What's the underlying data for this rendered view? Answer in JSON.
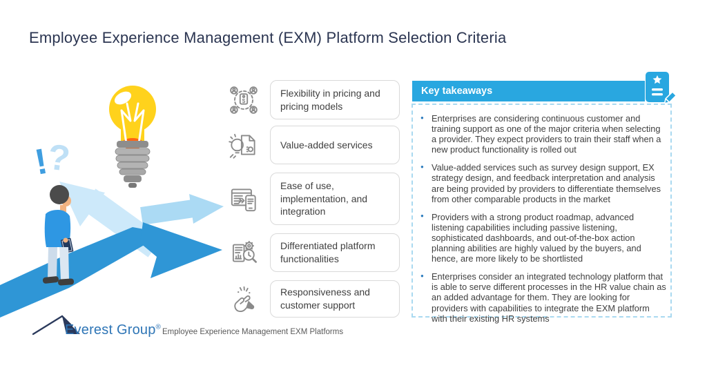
{
  "title": "Employee Experience Management (EXM) Platform Selection Criteria",
  "criteria": [
    {
      "icon": "pricing-flexibility-icon",
      "label": "Flexibility in pricing and pricing models"
    },
    {
      "icon": "value-added-services-icon",
      "label": "Value-added services"
    },
    {
      "icon": "ease-of-use-icon",
      "label": "Ease of use, implementation, and integration"
    },
    {
      "icon": "platform-functionality-icon",
      "label": "Differentiated platform functionalities"
    },
    {
      "icon": "customer-support-icon",
      "label": "Responsiveness and customer support"
    }
  ],
  "key_takeaways": {
    "header": "Key takeaways",
    "icon": "key-takeaways-note-icon",
    "bullets": [
      "Enterprises are considering continuous customer and training support as one of the major criteria when selecting a provider. They expect providers to train their staff when a new product functionality is rolled out",
      "Value-added services such as survey design support, EX strategy design, and feedback interpretation and analysis are being provided by providers to differentiate themselves from other comparable products in the market",
      "Providers with a strong product roadmap, advanced listening capabilities including passive listening, sophisticated dashboards, and out-of-the-box action planning abilities are highly valued by the buyers, and hence, are more likely to be shortlisted",
      "Enterprises consider an integrated technology platform that is able to serve different processes in the HR value chain as an added advantage for them. They are looking for providers with capabilities to integrate the EXM platform with their existing HR systems"
    ]
  },
  "footer": {
    "brand": "Everest Group",
    "registered_mark": "®",
    "caption": "Employee Experience Management EXM Platforms"
  },
  "colors": {
    "accent_blue": "#29a7e0",
    "brand_blue": "#2e75b6",
    "title_navy": "#2b3551",
    "road_blue": "#2f96d6",
    "pale_arrow_blue": "#cde9fa",
    "bulb_yellow": "#ffd21c",
    "bulb_orange": "#ff6613",
    "body_text": "#3f3f3f",
    "bullet_dot_blue": "#2b7bbd",
    "box_border_gray": "#d9d9d9",
    "dashed_border_blue": "#a9d9f0",
    "icon_gray": "#8a8a8a"
  }
}
